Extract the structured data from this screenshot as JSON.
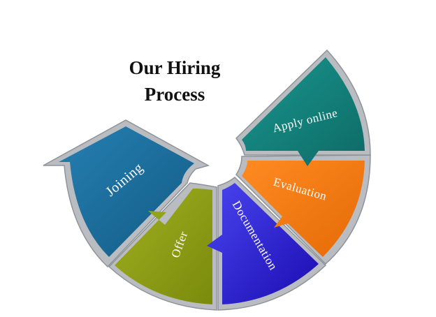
{
  "title": {
    "line1": "Our Hiring",
    "line2": "Process"
  },
  "steps": [
    {
      "label": "Apply online",
      "color": "#127E78"
    },
    {
      "label": "Evaluation",
      "color": "#F5780F"
    },
    {
      "label": "Documentation",
      "color": "#2A18D0"
    },
    {
      "label": "Offer",
      "color": "#8E9E12"
    },
    {
      "label": "Joining",
      "color": "#1A6C9C"
    }
  ],
  "colors": {
    "frame": "#B9BCC1",
    "frame_dark": "#8F9398",
    "background": "#FFFFFF"
  }
}
